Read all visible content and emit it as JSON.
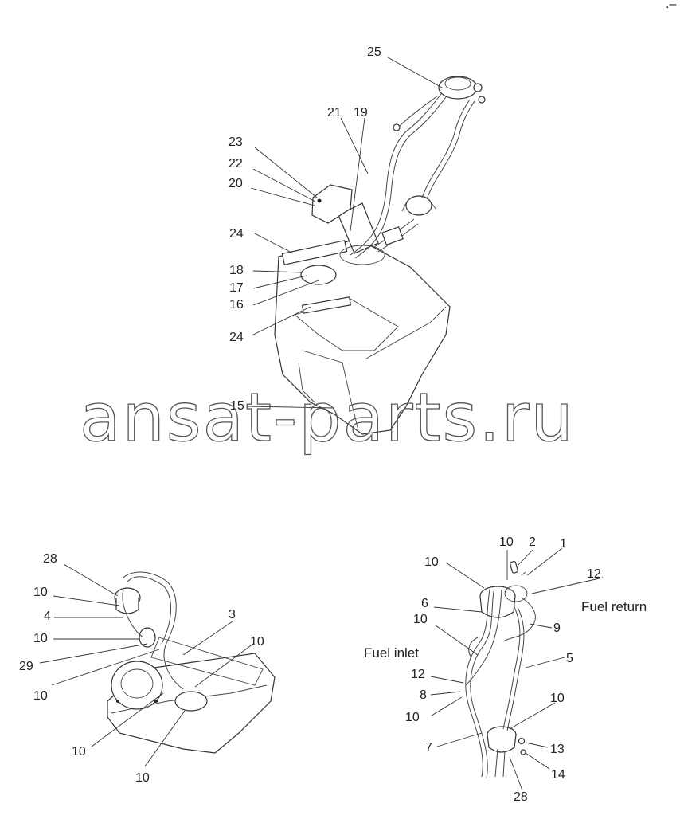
{
  "watermark": "ansat-parts.ru",
  "side_labels": {
    "fuel_return": "Fuel return",
    "fuel_inlet": "Fuel inlet"
  },
  "callouts_top": [
    "25",
    "21",
    "19",
    "23",
    "22",
    "20",
    "24",
    "18",
    "17",
    "16",
    "24",
    "15"
  ],
  "callouts_left": [
    "28",
    "10",
    "4",
    "10",
    "29",
    "10",
    "3",
    "10",
    "10",
    "10"
  ],
  "callouts_right": [
    "10",
    "2",
    "1",
    "10",
    "12",
    "6",
    "10",
    "9",
    "5",
    "12",
    "8",
    "10",
    "10",
    "7",
    "13",
    "14",
    "28"
  ]
}
